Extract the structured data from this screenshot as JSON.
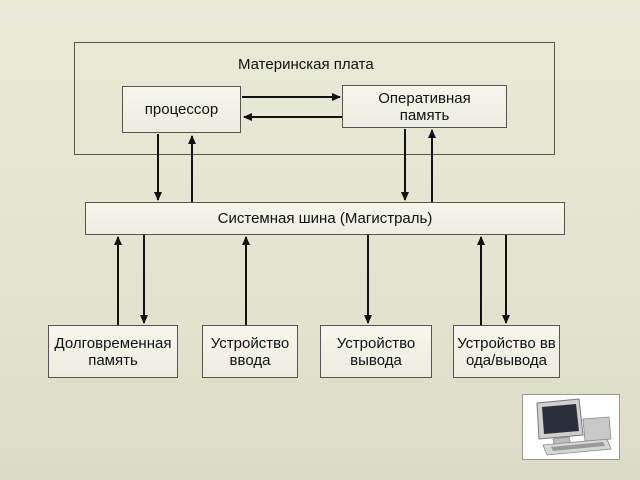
{
  "motherboard": {
    "label": "Материнская плата",
    "processor": "процессор",
    "ram": "Оперативная память"
  },
  "bus": "Системная шина (Магистраль)",
  "devices": {
    "storage": "Долговременная память",
    "input": "Устройство ввода",
    "output": "Устройство вывода",
    "io": "Устройство ввода/вывода"
  },
  "computer_icon": "computer-icon"
}
